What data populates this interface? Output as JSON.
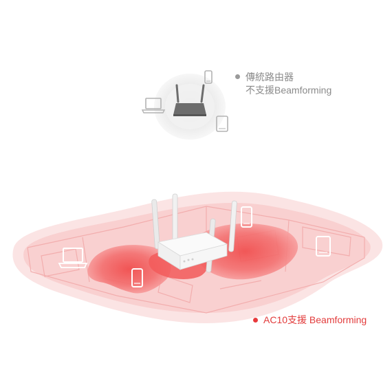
{
  "legend": {
    "traditional": {
      "line1": "傳統路由器",
      "line2": "不支援Beamforming",
      "dot_color": "#9a9a9a"
    },
    "ac10": {
      "label": "AC10支援 Beamforming",
      "dot_color": "#e8393c"
    }
  },
  "colors": {
    "signal_red": "#e8393c",
    "signal_pink": "#f6c6c6",
    "icon_gray": "#b3b3b3"
  },
  "icons": [
    "router-icon",
    "laptop-icon",
    "phone-icon",
    "tablet-icon"
  ]
}
